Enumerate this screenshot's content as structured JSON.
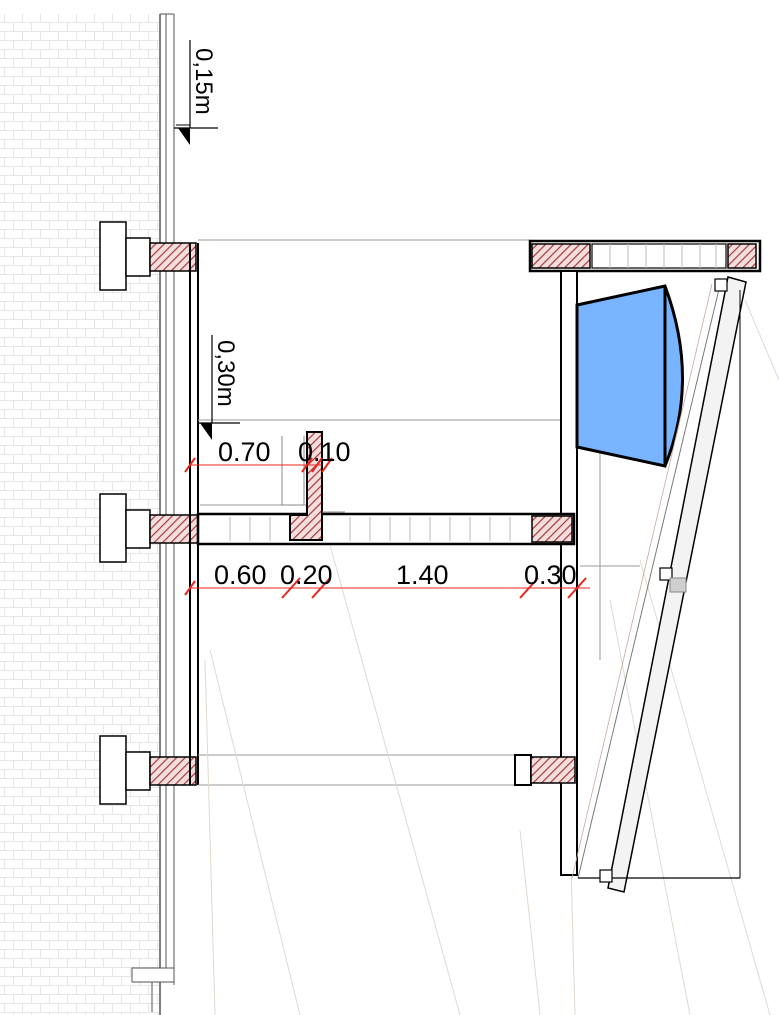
{
  "dimensions": {
    "top_offset": "0,15m",
    "mid_offset": "0,30m",
    "upper_a": "0.70",
    "upper_b": "0.10",
    "lower_a": "0.60",
    "lower_b": "0.20",
    "lower_c": "1.40",
    "lower_d": "0.30"
  },
  "colors": {
    "hatch": "#a83a3a",
    "hatch_fill": "#f3dede",
    "blue_element": "#78b4ff",
    "dim_tick": "#e8261e",
    "line": "#000000",
    "thin_line": "#9a9a9a"
  }
}
